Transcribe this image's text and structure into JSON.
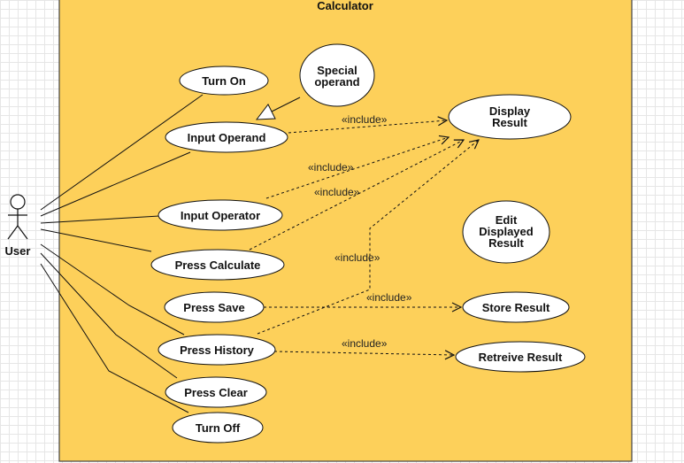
{
  "colors": {
    "boundary_fill": "#FDD05A",
    "boundary_stroke": "#444444",
    "usecase_fill": "#ffffff",
    "line": "#111111"
  },
  "system": {
    "title": "Calculator"
  },
  "actor": {
    "name": "User"
  },
  "use_cases": {
    "turn_on": "Turn On",
    "special_operand": [
      "Special",
      "operand"
    ],
    "input_operand": "Input Operand",
    "display_result": [
      "Display",
      "Result"
    ],
    "input_operator": "Input Operator",
    "press_calculate": "Press Calculate",
    "edit_displayed_result": [
      "Edit",
      "Displayed",
      "Result"
    ],
    "press_save": "Press Save",
    "store_result": "Store Result",
    "press_history": "Press History",
    "retreive_result": "Retreive Result",
    "press_clear": "Press Clear",
    "turn_off": "Turn Off"
  },
  "relations": {
    "include_label": "«include»"
  }
}
